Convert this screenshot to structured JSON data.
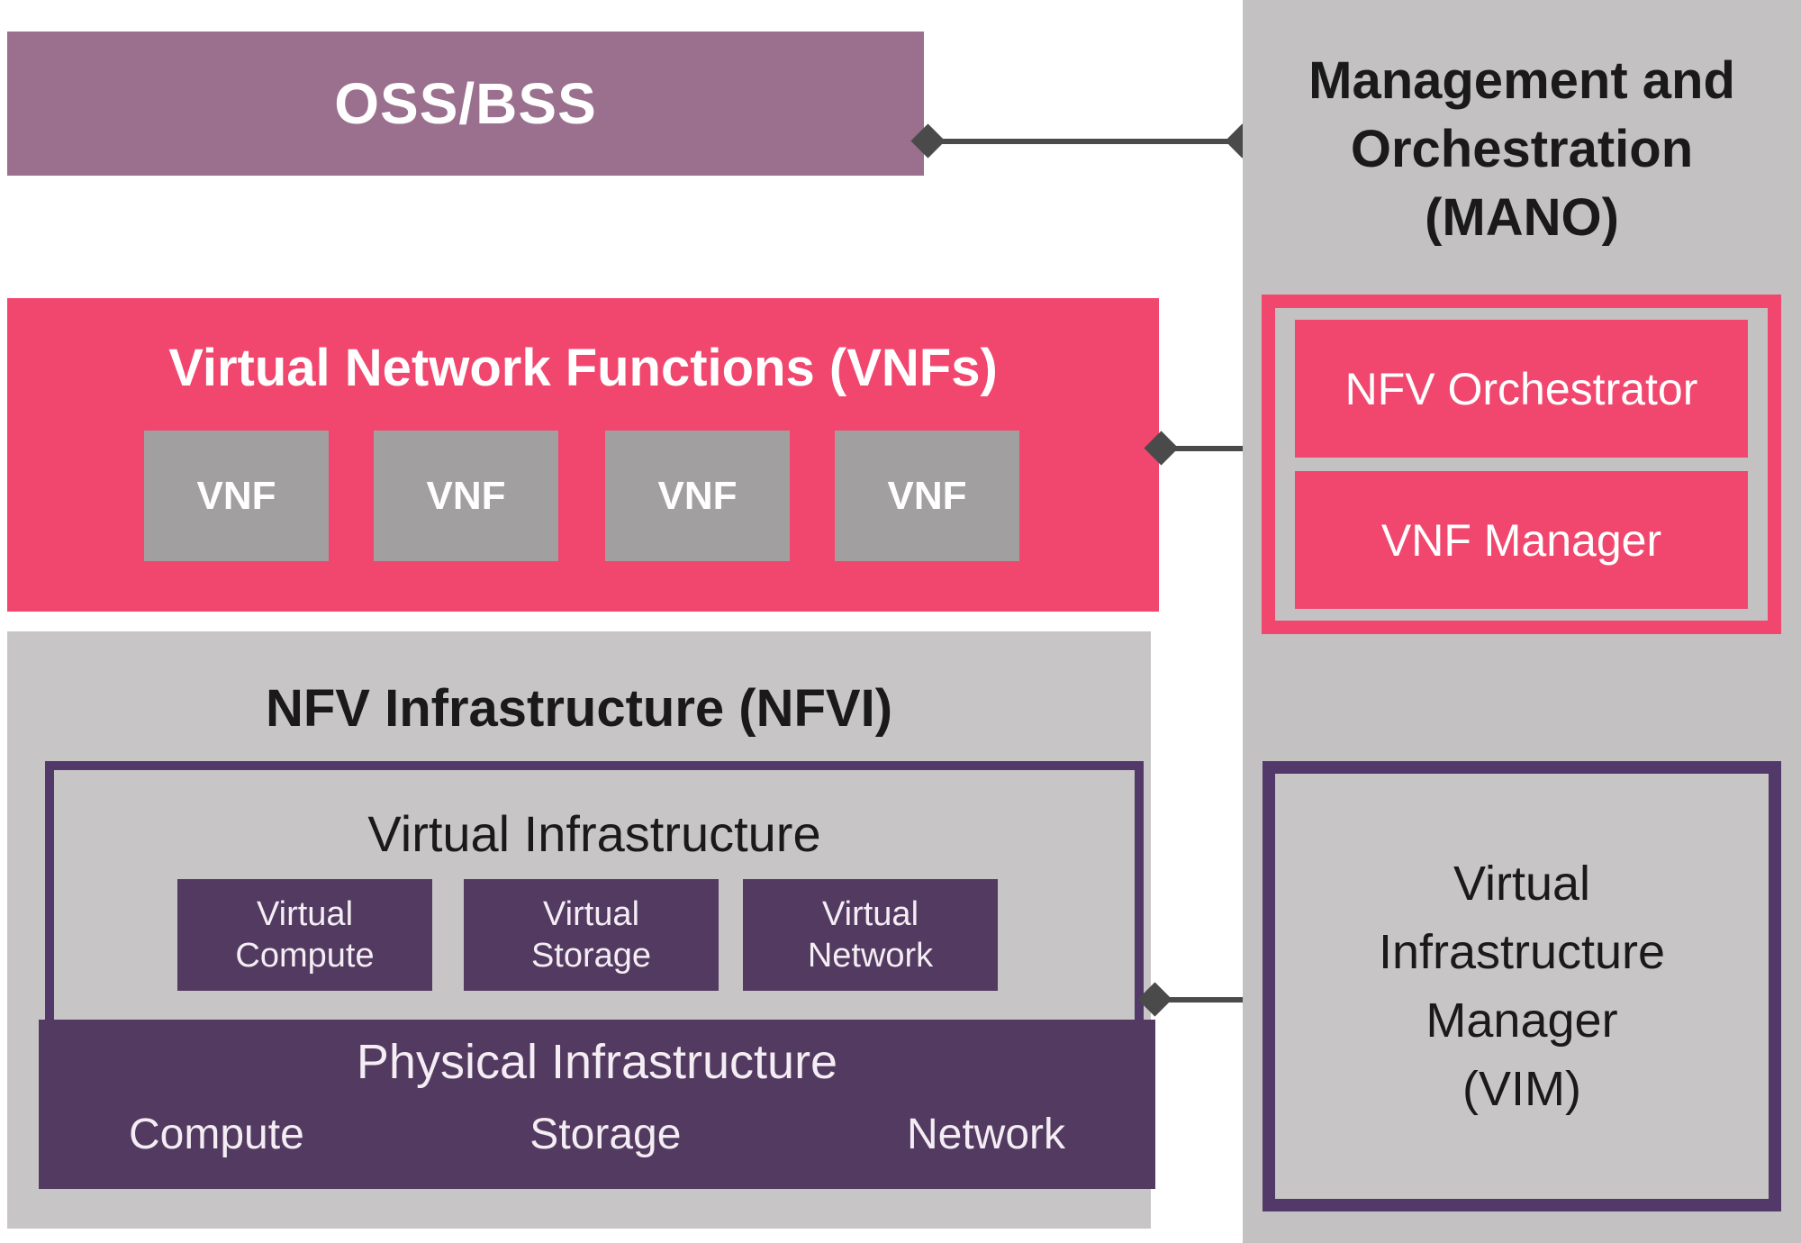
{
  "oss_bss": {
    "label": "OSS/BSS"
  },
  "vnfs": {
    "title": "Virtual Network Functions (VNFs)",
    "items": [
      "VNF",
      "VNF",
      "VNF",
      "VNF"
    ]
  },
  "nfvi": {
    "title": "NFV Infrastructure (NFVI)",
    "virtual_infrastructure": {
      "title": "Virtual Infrastructure",
      "items": [
        [
          "Virtual",
          "Compute"
        ],
        [
          "Virtual",
          "Storage"
        ],
        [
          "Virtual",
          "Network"
        ]
      ]
    },
    "physical_infrastructure": {
      "title": "Physical Infrastructure",
      "items": [
        "Compute",
        "Storage",
        "Network"
      ]
    }
  },
  "mano": {
    "title_lines": [
      "Management and",
      "Orchestration",
      "(MANO)"
    ],
    "orchestrator_label": "NFV Orchestrator",
    "vnf_manager_label": "VNF Manager",
    "vim_lines": [
      "Virtual",
      "Infrastructure",
      "Manager",
      "(VIM)"
    ]
  },
  "colors": {
    "mauve": "#9A708E",
    "pink": "#F1476E",
    "vnf-gray": "#A19F9F",
    "panel-gray": "#C7C5C5",
    "mano-gray": "#C3C1C1",
    "dark-purple": "#533A60",
    "border-purple": "#53396A",
    "connector": "#4A4A4A",
    "ink": "#1A1A1A",
    "soft-white": "#F4EDF4"
  }
}
